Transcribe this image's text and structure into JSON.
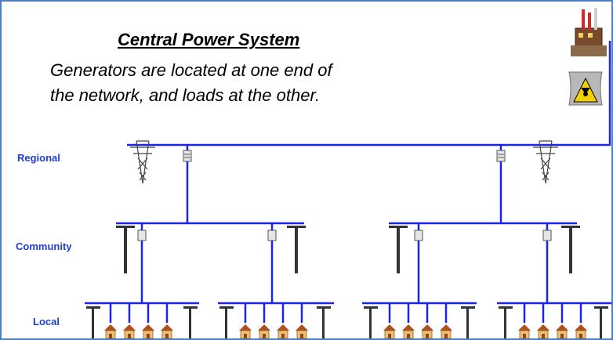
{
  "title": "Central Power System",
  "subtitle_line1": "Generators are located at one end of",
  "subtitle_line2": "the network, and loads at the other.",
  "levels": {
    "regional": "Regional",
    "community": "Community",
    "local": "Local"
  },
  "colors": {
    "line": "#1a24e6",
    "border": "#4f7fbf",
    "label": "#1f3fd0"
  },
  "icons": [
    "power-plant-icon",
    "nuclear-plant-icon",
    "transmission-tower-icon",
    "transformer-icon",
    "utility-pole-icon",
    "house-icon"
  ]
}
